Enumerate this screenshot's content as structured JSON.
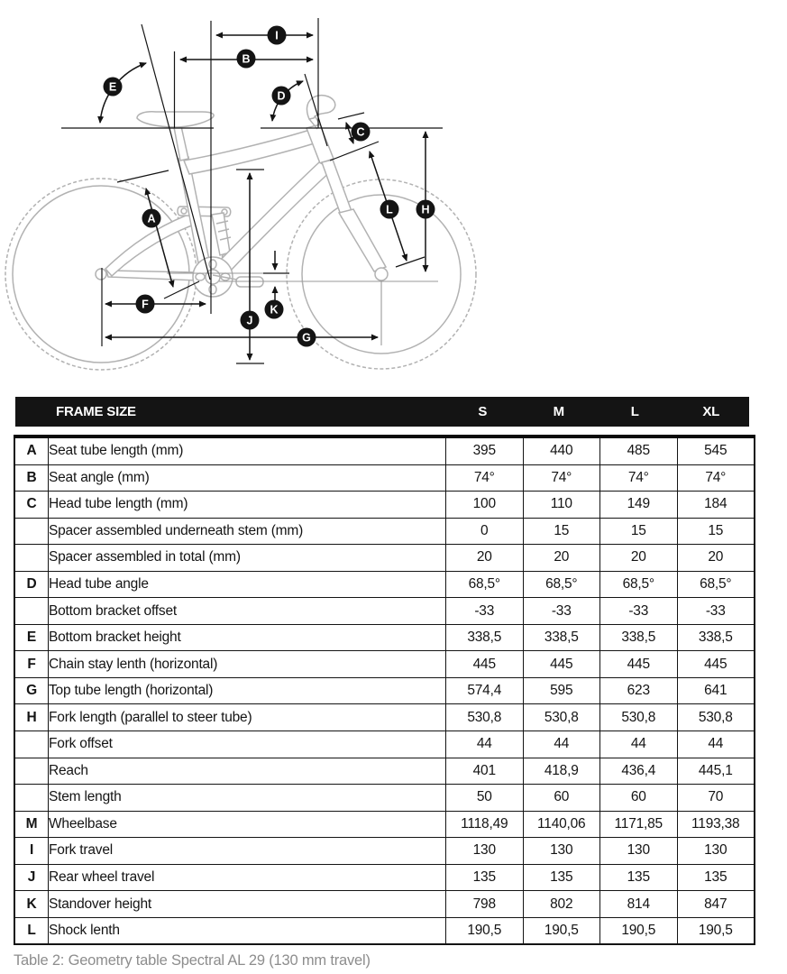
{
  "diagram": {
    "badges": [
      {
        "letter": "A"
      },
      {
        "letter": "B"
      },
      {
        "letter": "C"
      },
      {
        "letter": "D"
      },
      {
        "letter": "E"
      },
      {
        "letter": "F"
      },
      {
        "letter": "G"
      },
      {
        "letter": "H"
      },
      {
        "letter": "I"
      },
      {
        "letter": "J"
      },
      {
        "letter": "K"
      },
      {
        "letter": "L"
      }
    ]
  },
  "table": {
    "header_label": "FRAME SIZE",
    "size_columns": [
      "S",
      "M",
      "L",
      "XL"
    ],
    "rows": [
      {
        "letter": "A",
        "label": "Seat tube length (mm)",
        "values": [
          "395",
          "440",
          "485",
          "545"
        ]
      },
      {
        "letter": "B",
        "label": "Seat angle (mm)",
        "values": [
          "74°",
          "74°",
          "74°",
          "74°"
        ]
      },
      {
        "letter": "C",
        "label": "Head tube length (mm)",
        "values": [
          "100",
          "110",
          "149",
          "184"
        ]
      },
      {
        "letter": "",
        "label": "Spacer assembled underneath stem (mm)",
        "values": [
          "0",
          "15",
          "15",
          "15"
        ]
      },
      {
        "letter": "",
        "label": "Spacer assembled in total (mm)",
        "values": [
          "20",
          "20",
          "20",
          "20"
        ]
      },
      {
        "letter": "D",
        "label": "Head tube angle",
        "values": [
          "68,5°",
          "68,5°",
          "68,5°",
          "68,5°"
        ]
      },
      {
        "letter": "",
        "label": "Bottom bracket offset",
        "values": [
          "-33",
          "-33",
          "-33",
          "-33"
        ]
      },
      {
        "letter": "E",
        "label": "Bottom bracket height",
        "values": [
          "338,5",
          "338,5",
          "338,5",
          "338,5"
        ]
      },
      {
        "letter": "F",
        "label": "Chain stay lenth (horizontal)",
        "values": [
          "445",
          "445",
          "445",
          "445"
        ]
      },
      {
        "letter": "G",
        "label": "Top tube length (horizontal)",
        "values": [
          "574,4",
          "595",
          "623",
          "641"
        ]
      },
      {
        "letter": "H",
        "label": "Fork length (parallel to steer tube)",
        "values": [
          "530,8",
          "530,8",
          "530,8",
          "530,8"
        ]
      },
      {
        "letter": "",
        "label": "Fork offset",
        "values": [
          "44",
          "44",
          "44",
          "44"
        ]
      },
      {
        "letter": "",
        "label": "Reach",
        "values": [
          "401",
          "418,9",
          "436,4",
          "445,1"
        ]
      },
      {
        "letter": "",
        "label": "Stem length",
        "values": [
          "50",
          "60",
          "60",
          "70"
        ]
      },
      {
        "letter": "M",
        "label": "Wheelbase",
        "values": [
          "1118,49",
          "1140,06",
          "1171,85",
          "1193,38"
        ]
      },
      {
        "letter": "I",
        "label": "Fork travel",
        "values": [
          "130",
          "130",
          "130",
          "130"
        ]
      },
      {
        "letter": "J",
        "label": "Rear wheel travel",
        "values": [
          "135",
          "135",
          "135",
          "135"
        ]
      },
      {
        "letter": "K",
        "label": "Standover height",
        "values": [
          "798",
          "802",
          "814",
          "847"
        ]
      },
      {
        "letter": "L",
        "label": "Shock lenth",
        "values": [
          "190,5",
          "190,5",
          "190,5",
          "190,5"
        ]
      }
    ]
  },
  "caption": "Table 2: Geometry table Spectral AL 29 (130 mm travel)"
}
